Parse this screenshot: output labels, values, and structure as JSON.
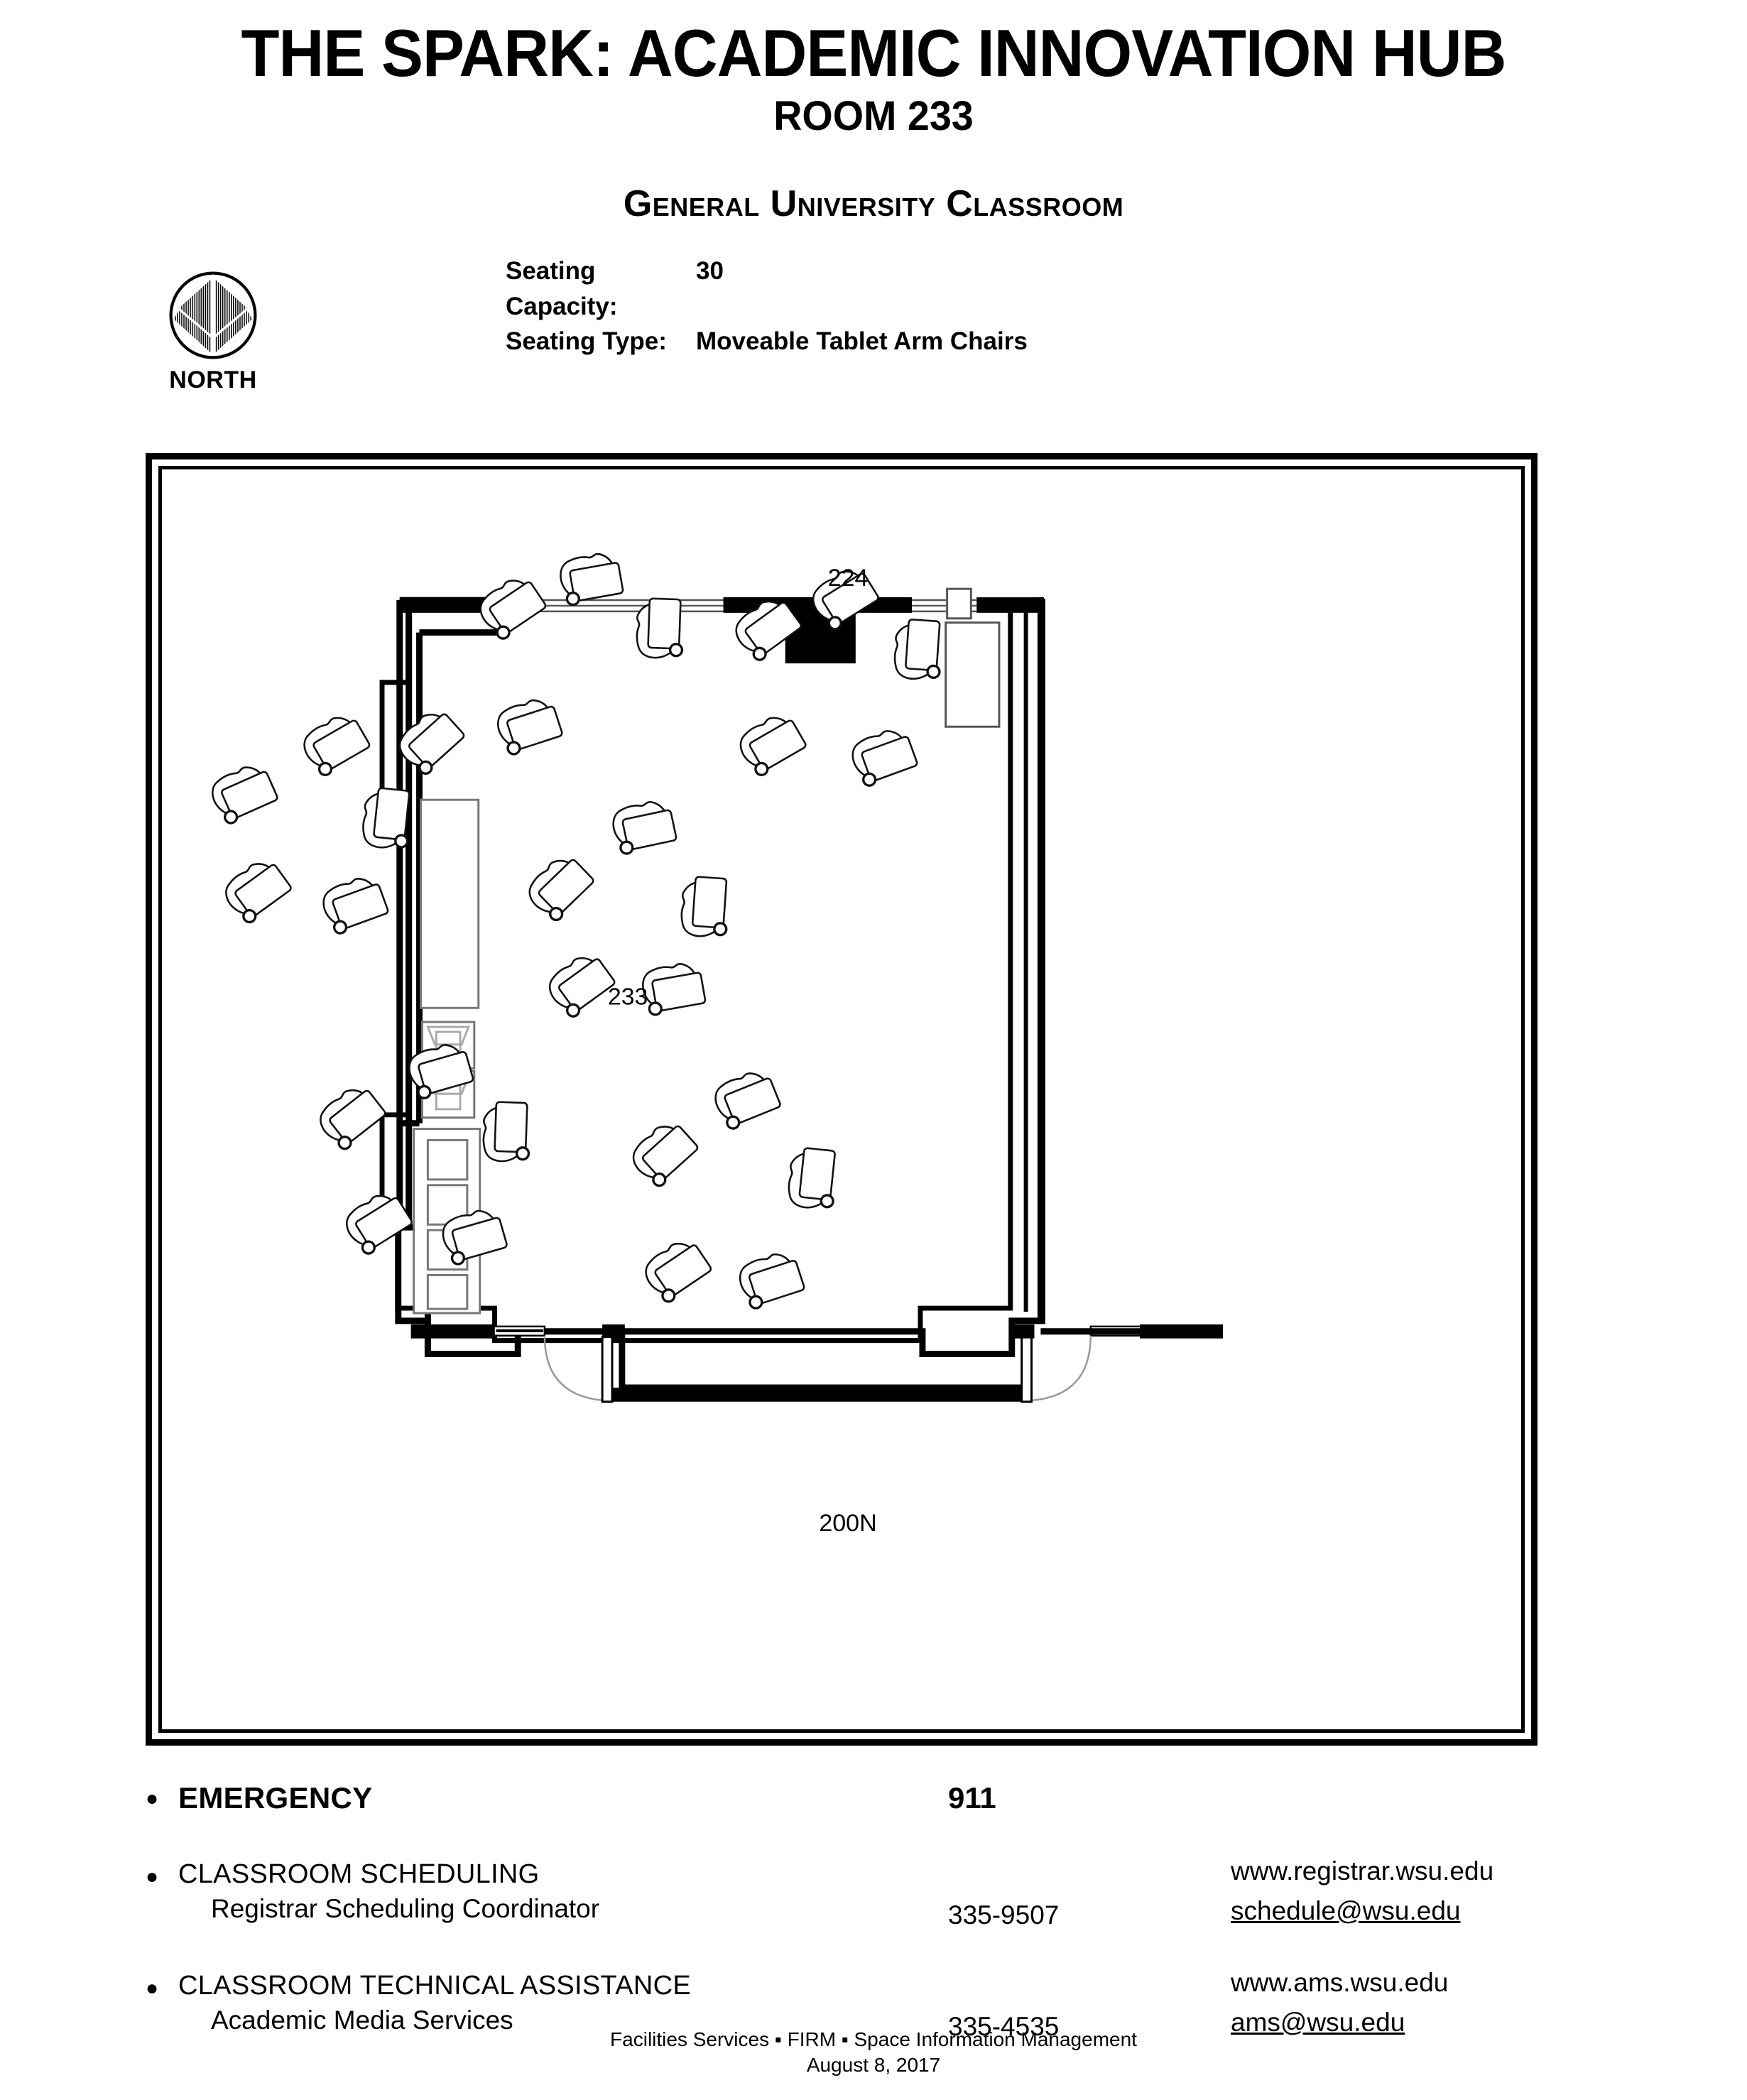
{
  "header": {
    "title": "THE SPARK: ACADEMIC INNOVATION HUB",
    "room": "ROOM 233",
    "subtitle": "General University Classroom",
    "specs": [
      {
        "key": "Seating Capacity:",
        "value": "30"
      },
      {
        "key": "Seating Type:",
        "value": "Moveable Tablet Arm Chairs"
      }
    ]
  },
  "compass": {
    "label": "NORTH",
    "icon": "north-arrow-icon"
  },
  "plan": {
    "room_number": "233",
    "corridor_top": "224",
    "corridor_bottom": "200N",
    "line_color": "#000000",
    "furniture_color": "#222222"
  },
  "contacts": {
    "emergency": {
      "label": "EMERGENCY",
      "number": "911"
    },
    "scheduling": {
      "label": "CLASSROOM SCHEDULING",
      "sub": "Registrar Scheduling Coordinator",
      "phone": "335-9507",
      "web": "www.registrar.wsu.edu",
      "email": "schedule@wsu.edu"
    },
    "technical": {
      "label": "CLASSROOM TECHNICAL ASSISTANCE",
      "sub": "Academic Media Services",
      "phone": "335-4535",
      "web": "www.ams.wsu.edu",
      "email": "ams@wsu.edu"
    },
    "bullet": "●"
  },
  "credits": {
    "line1": "Facilities Services ▪ FIRM ▪ Space Information Management",
    "line2": "August 8, 2017"
  }
}
